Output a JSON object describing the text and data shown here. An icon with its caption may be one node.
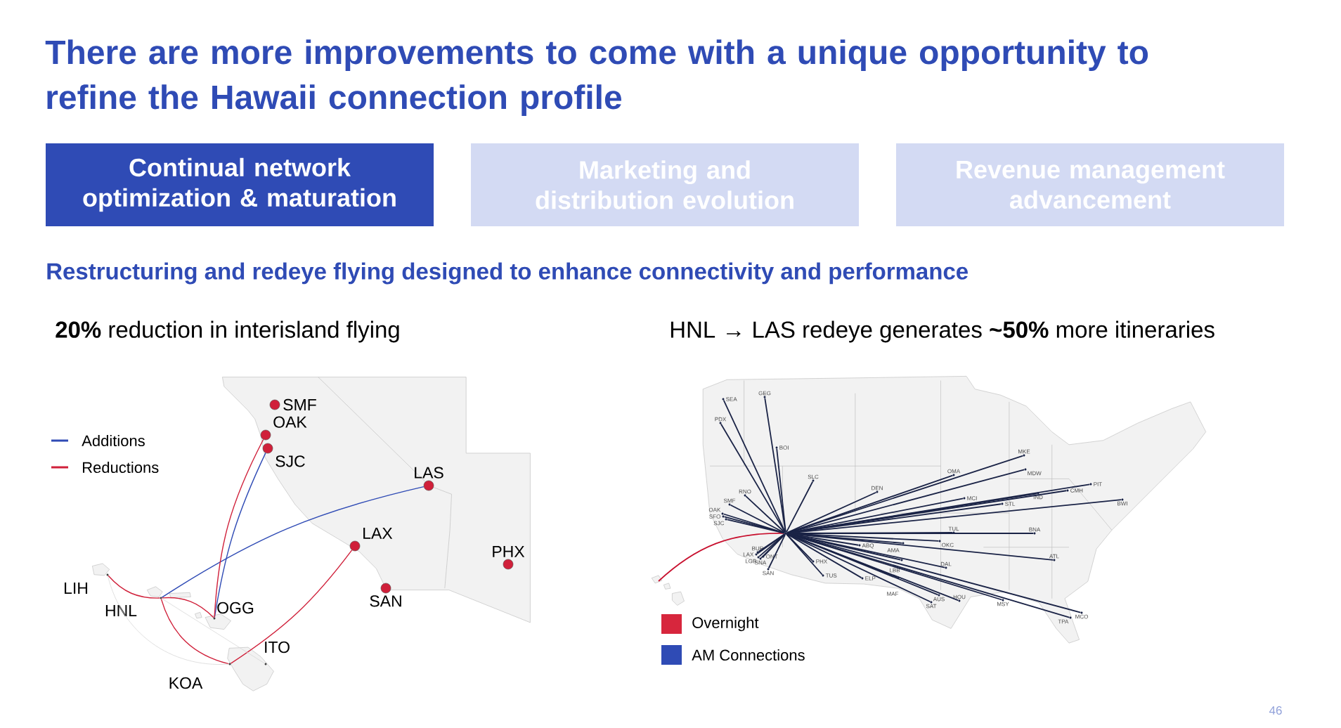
{
  "diagram": {
    "title": "There are more improvements to come with a unique opportunity to refine the Hawaii connection profile",
    "nodes": [
      {
        "text": [
          "Continual network optimization & maturation"
        ]
      },
      {
        "text": [
          "Marketing and distribution evolution"
        ]
      },
      {
        "text": [
          "Revenue management advancement"
        ]
      },
      {
        "text": [
          "SMF"
        ]
      },
      {
        "text": [
          "OAK"
        ]
      },
      {
        "text": [
          "SJC"
        ]
      },
      {
        "text": [
          "LAS"
        ]
      },
      {
        "text": [
          "LAX"
        ]
      },
      {
        "text": [
          "PHX"
        ]
      },
      {
        "text": [
          "SAN"
        ]
      },
      {
        "text": [
          "LIH"
        ]
      },
      {
        "text": [
          "HNL"
        ]
      },
      {
        "text": [
          "OGG"
        ]
      },
      {
        "text": [
          "KOA"
        ]
      },
      {
        "text": [
          "ITO"
        ]
      },
      {
        "text": [],
        "shape": "circle"
      },
      {
        "text": [
          "SEA"
        ]
      },
      {
        "text": [
          "GEG"
        ]
      },
      {
        "text": [
          "PDX"
        ]
      },
      {
        "text": [
          "BOI"
        ]
      },
      {
        "text": [
          "SLC"
        ]
      },
      {
        "text": [
          "RNO"
        ]
      },
      {
        "text": [
          "SMF"
        ]
      },
      {
        "text": [
          "OAK"
        ]
      },
      {
        "text": [
          "SFO"
        ]
      },
      {
        "text": [
          "SJC"
        ]
      },
      {
        "text": [
          "DEN"
        ]
      },
      {
        "text": [
          "OMA"
        ]
      },
      {
        "text": [
          "MCI"
        ]
      },
      {
        "text": [
          "STL"
        ]
      },
      {
        "text": [
          "TUL"
        ]
      },
      {
        "text": [
          "AMA"
        ]
      },
      {
        "text": [
          "OKC"
        ]
      },
      {
        "text": [
          "ABQ"
        ]
      },
      {
        "text": [
          "LBB"
        ]
      },
      {
        "text": [
          "DAL"
        ]
      },
      {
        "text": [
          "MAF"
        ]
      },
      {
        "text": [
          "ELP"
        ]
      },
      {
        "text": [
          "PHX"
        ]
      },
      {
        "text": [
          "TUS"
        ]
      },
      {
        "text": [
          "BUR"
        ]
      },
      {
        "text": [
          "LAX"
        ]
      },
      {
        "text": [
          "LGB"
        ]
      },
      {
        "text": [
          "SNA"
        ]
      },
      {
        "text": [
          "ONT"
        ]
      },
      {
        "text": [
          "SAN"
        ]
      },
      {
        "text": [
          "AUS"
        ]
      },
      {
        "text": [
          "SAT"
        ]
      },
      {
        "text": [
          "HOU"
        ]
      },
      {
        "text": [
          "MSY"
        ]
      },
      {
        "text": [
          "MKE"
        ]
      },
      {
        "text": [
          "MDW"
        ]
      },
      {
        "text": [
          "PIT"
        ]
      },
      {
        "text": [
          "CMH"
        ]
      },
      {
        "text": [
          "IND"
        ]
      },
      {
        "text": [
          "BWI"
        ]
      },
      {
        "text": [
          "BNA"
        ]
      },
      {
        "text": [
          "ATL"
        ]
      },
      {
        "text": [
          "MCO"
        ]
      },
      {
        "text": [
          "TPA"
        ]
      }
    ],
    "edges": [
      {
        "from": 11,
        "to": 6,
        "arrow": "none",
        "color": "#2f4bb5"
      },
      {
        "from": 12,
        "to": 5,
        "arrow": "none",
        "color": "#2f4bb5"
      },
      {
        "from": 12,
        "to": 4,
        "arrow": "none",
        "color": "#d0203a"
      },
      {
        "from": 11,
        "to": 10,
        "arrow": "none",
        "color": "#d0203a"
      },
      {
        "from": 11,
        "to": 12,
        "arrow": "none",
        "color": "#d0203a"
      },
      {
        "from": 11,
        "to": 13,
        "arrow": "none",
        "color": "#d0203a"
      },
      {
        "from": 13,
        "to": 7,
        "arrow": "none",
        "color": "#d0203a"
      },
      {
        "from": 10,
        "to": 13,
        "arrow": "none",
        "color": "#d8d8d8"
      },
      {
        "from": 11,
        "to": 14,
        "arrow": "none",
        "color": "#d8d8d8"
      },
      {
        "from": null,
        "to": 15,
        "arrow": "none",
        "color": "#c8102e"
      },
      {
        "from": 15,
        "to": 16,
        "arrow": "none"
      },
      {
        "from": 15,
        "to": 17,
        "arrow": "none"
      },
      {
        "from": 15,
        "to": 18,
        "arrow": "none"
      },
      {
        "from": 15,
        "to": 19,
        "arrow": "none"
      },
      {
        "from": 15,
        "to": 20,
        "arrow": "none"
      },
      {
        "from": 15,
        "to": 21,
        "arrow": "none"
      },
      {
        "from": 15,
        "to": 22,
        "arrow": "none"
      },
      {
        "from": 15,
        "to": 23,
        "arrow": "none"
      },
      {
        "from": 15,
        "to": 24,
        "arrow": "none"
      },
      {
        "from": 15,
        "to": 25,
        "arrow": "none"
      },
      {
        "from": 15,
        "to": 26,
        "arrow": "none"
      },
      {
        "from": 15,
        "to": 27,
        "arrow": "none"
      },
      {
        "from": 15,
        "to": 28,
        "arrow": "none"
      },
      {
        "from": 15,
        "to": 29,
        "arrow": "none"
      },
      {
        "from": 15,
        "to": 30,
        "arrow": "none"
      },
      {
        "from": 15,
        "to": 31,
        "arrow": "none"
      },
      {
        "from": 15,
        "to": 32,
        "arrow": "none"
      },
      {
        "from": 15,
        "to": 33,
        "arrow": "none"
      },
      {
        "from": 15,
        "to": 34,
        "arrow": "none"
      },
      {
        "from": 15,
        "to": 35,
        "arrow": "none"
      },
      {
        "from": 15,
        "to": 36,
        "arrow": "none"
      },
      {
        "from": 15,
        "to": 37,
        "arrow": "none"
      },
      {
        "from": 15,
        "to": 38,
        "arrow": "none"
      },
      {
        "from": 15,
        "to": 39,
        "arrow": "none"
      },
      {
        "from": 15,
        "to": 40,
        "arrow": "none"
      },
      {
        "from": 15,
        "to": 41,
        "arrow": "none"
      },
      {
        "from": 15,
        "to": 42,
        "arrow": "none"
      },
      {
        "from": 15,
        "to": 43,
        "arrow": "none"
      },
      {
        "from": 15,
        "to": 44,
        "arrow": "none"
      },
      {
        "from": 15,
        "to": 45,
        "arrow": "none"
      },
      {
        "from": 15,
        "to": 46,
        "arrow": "none"
      },
      {
        "from": 15,
        "to": 47,
        "arrow": "none"
      },
      {
        "from": 15,
        "to": 48,
        "arrow": "none"
      },
      {
        "from": 15,
        "to": 49,
        "arrow": "none"
      },
      {
        "from": 15,
        "to": 50,
        "arrow": "none"
      },
      {
        "from": 15,
        "to": 51,
        "arrow": "none"
      },
      {
        "from": 15,
        "to": 52,
        "arrow": "none"
      },
      {
        "from": 15,
        "to": 53,
        "arrow": "none"
      },
      {
        "from": 15,
        "to": 54,
        "arrow": "none"
      },
      {
        "from": 15,
        "to": 55,
        "arrow": "none"
      },
      {
        "from": 15,
        "to": 56,
        "arrow": "none"
      },
      {
        "from": 15,
        "to": 57,
        "arrow": "none"
      },
      {
        "from": 15,
        "to": 58,
        "arrow": "none"
      },
      {
        "from": 15,
        "to": 59,
        "arrow": "none"
      }
    ],
    "labels": [
      "Restructuring and redeye flying designed to enhance connectivity and performance",
      "**20%** reduction in interisland flying",
      "HNL → LAS redeye generates **~50%** more itineraries",
      "46"
    ],
    "legend": [
      {
        "text": "Additions"
      },
      {
        "text": "Reductions"
      },
      {
        "text": "Overnight",
        "color": "#d7263d"
      },
      {
        "text": "AM Connections",
        "color": "#2f4bb5"
      }
    ]
  }
}
